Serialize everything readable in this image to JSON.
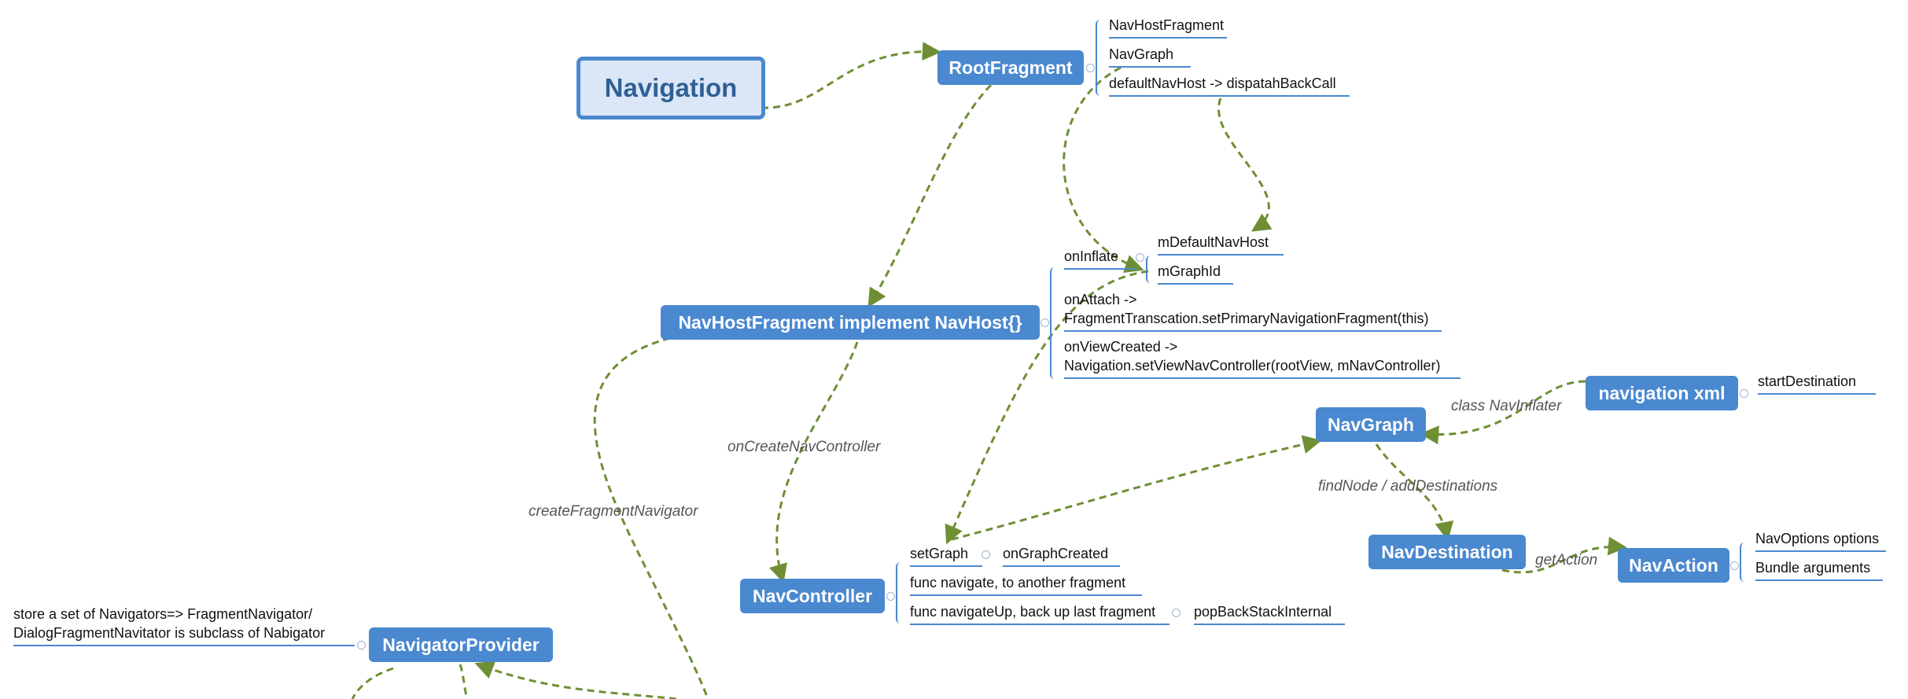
{
  "root": {
    "label": "Navigation"
  },
  "nodes": {
    "root_fragment": "RootFragment",
    "nav_host_fragment": "NavHostFragment implement NavHost{}",
    "nav_controller": "NavController",
    "navigator_provider": "NavigatorProvider",
    "nav_graph": "NavGraph",
    "navigation_xml": "navigation xml",
    "nav_destination": "NavDestination",
    "nav_action": "NavAction"
  },
  "leaves": {
    "navhostfragment": "NavHostFragment",
    "navgraph": "NavGraph",
    "default_nav_host": "defaultNavHost -> dispatahBackCall",
    "on_inflate": "onInflate",
    "m_default_nav_host": "mDefaultNavHost",
    "m_graph_id": "mGraphId",
    "on_attach_1": "onAttach ->",
    "on_attach_2": "FragmentTranscation.setPrimaryNavigationFragment(this)",
    "on_view_created_1": "onViewCreated ->",
    "on_view_created_2": "Navigation.setViewNavController(rootView, mNavController)",
    "start_destination": "startDestination",
    "set_graph": "setGraph",
    "on_graph_created": "onGraphCreated",
    "func_navigate": "func navigate, to another fragment",
    "func_navigate_up": "func navigateUp, back up last fragment",
    "pop_back_stack": "popBackStackInternal",
    "nav_options": "NavOptions options",
    "bundle_arguments": "Bundle arguments",
    "store_1": "store a set of Navigators=> FragmentNavigator/",
    "store_2": "DialogFragmentNavitator is subclass of Nabigator"
  },
  "edge_labels": {
    "on_create_nav_controller": "onCreateNavController",
    "create_fragment_navigator": "createFragmentNavigator",
    "class_nav_inflater": "class NavInflater",
    "find_node": "findNode / addDestinations",
    "get_action": "getAction"
  },
  "colors": {
    "node_fill": "#4a88cf",
    "root_fill": "#dbe7f6",
    "root_text": "#2f5f97",
    "edge": "#6e8f34",
    "branch": "#4a88cf"
  }
}
